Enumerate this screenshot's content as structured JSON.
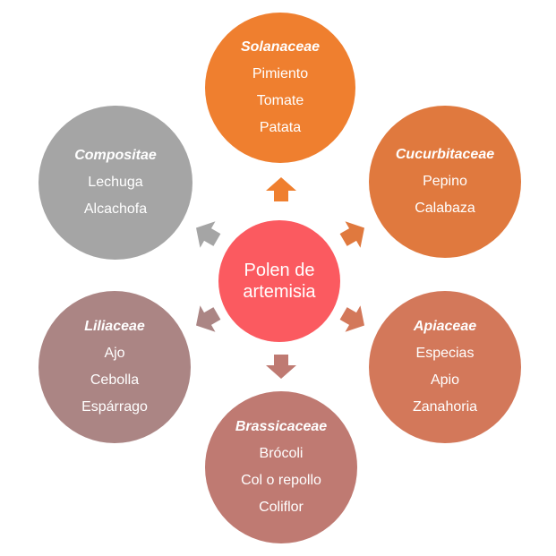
{
  "center": {
    "line1": "Polen de",
    "line2": "artemisia",
    "color": "#fb5a60"
  },
  "families": [
    {
      "name": "Solanaceae",
      "members": [
        "Pimiento",
        "Tomate",
        "Patata"
      ],
      "color": "#ef7f2f",
      "position": "top"
    },
    {
      "name": "Cucurbitaceae",
      "members": [
        "Pepino",
        "Calabaza"
      ],
      "color": "#e0793e",
      "position": "top-right"
    },
    {
      "name": "Apiaceae",
      "members": [
        "Especias",
        "Apio",
        "Zanahoria"
      ],
      "color": "#d3785a",
      "position": "bottom-right"
    },
    {
      "name": "Brassicaceae",
      "members": [
        "Brócoli",
        "Col o repollo",
        "Coliflor"
      ],
      "color": "#bf7a72",
      "position": "bottom"
    },
    {
      "name": "Liliaceae",
      "members": [
        "Ajo",
        "Cebolla",
        "Espárrago"
      ],
      "color": "#ab8584",
      "position": "bottom-left"
    },
    {
      "name": "Compositae",
      "members": [
        "Lechuga",
        "Alcachofa"
      ],
      "color": "#a5a5a5",
      "position": "top-left"
    }
  ],
  "arrow_colors": {
    "top": "#ef7f2f",
    "top-right": "#e0793e",
    "bottom-right": "#d3785a",
    "bottom": "#bf7a72",
    "bottom-left": "#ab8584",
    "top-left": "#a5a5a5"
  }
}
